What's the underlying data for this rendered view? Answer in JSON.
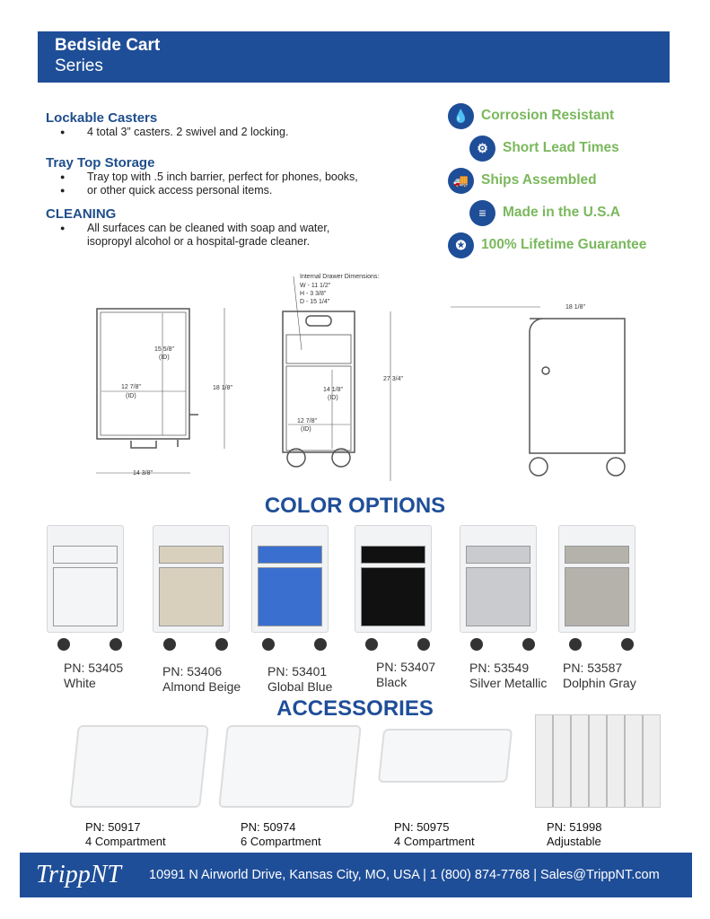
{
  "header": {
    "title": "Bedside Cart",
    "subtitle": "Series"
  },
  "features": [
    {
      "heading": "Lockable Casters",
      "lines": [
        "4 total 3” casters. 2 swivel and 2 locking."
      ]
    },
    {
      "heading": "Tray Top Storage",
      "lines": [
        "Tray top with .5 inch barrier, perfect for phones, books,",
        "or other quick access personal items."
      ]
    },
    {
      "heading": "CLEANING",
      "lines": [
        "All surfaces can be cleaned with soap and water,",
        "isopropyl alcohol or a hospital-grade cleaner."
      ]
    }
  ],
  "badges": [
    {
      "icon": "droplet-shield-icon",
      "glyph": "💧",
      "label": "Corrosion Resistant"
    },
    {
      "icon": "gear-icon",
      "glyph": "⚙",
      "label": "Short Lead Times"
    },
    {
      "icon": "truck-icon",
      "glyph": "🚚",
      "label": "Ships Assembled"
    },
    {
      "icon": "flag-icon",
      "glyph": "≡",
      "label": "Made in the U.S.A"
    },
    {
      "icon": "ribbon-award-icon",
      "glyph": "✪",
      "label": "100% Lifetime Guarantee"
    }
  ],
  "drawings": {
    "top": {
      "id_height": "15 5/8\"",
      "id_height_sub": "(ID)",
      "id_width": "12 7/8\"",
      "id_width_sub": "(ID)",
      "depth": "18 1/8\"",
      "width": "14 3/8\""
    },
    "front": {
      "note_title": "Internal Drawer Dimensions:",
      "note_w": "W - 11 1/2\"",
      "note_h": "H - 3 3/8\"",
      "note_d": "D - 15 1/4\"",
      "door_h": "14 1/8\"",
      "door_h_sub": "(ID)",
      "door_w": "12 7/8\"",
      "door_w_sub": "(ID)",
      "height": "27 3/4\""
    },
    "side": {
      "depth": "18 1/8\""
    }
  },
  "colors": {
    "title": "COLOR OPTIONS",
    "items": [
      {
        "pn": "PN: 53405",
        "name": "White",
        "hex": "#f4f5f7"
      },
      {
        "pn": "PN: 53406",
        "name": "Almond Beige",
        "hex": "#d8d0bd"
      },
      {
        "pn": "PN: 53401",
        "name": "Global Blue",
        "hex": "#3a6fd0"
      },
      {
        "pn": "PN: 53407",
        "name": "Black",
        "hex": "#111111"
      },
      {
        "pn": "PN: 53549",
        "name": "Silver Metallic",
        "hex": "#c9cbcf"
      },
      {
        "pn": "PN: 53587",
        "name": "Dolphin Gray",
        "hex": "#b4b2ab"
      }
    ]
  },
  "accessories": {
    "title": "ACCESSORIES",
    "items": [
      {
        "pn": "PN: 50917",
        "name": "4 Compartment"
      },
      {
        "pn": "PN: 50974",
        "name": "6 Compartment"
      },
      {
        "pn": "PN: 50975",
        "name": "4 Compartment"
      },
      {
        "pn": "PN: 51998",
        "name": "Adjustable"
      }
    ]
  },
  "footer": {
    "logo": "TrippNT",
    "contact": "10991 N Airworld Drive, Kansas City, MO, USA | 1 (800) 874-7768 | Sales@TrippNT.com"
  },
  "theme": {
    "blue": "#1f4e98",
    "green": "#7ab85c"
  }
}
